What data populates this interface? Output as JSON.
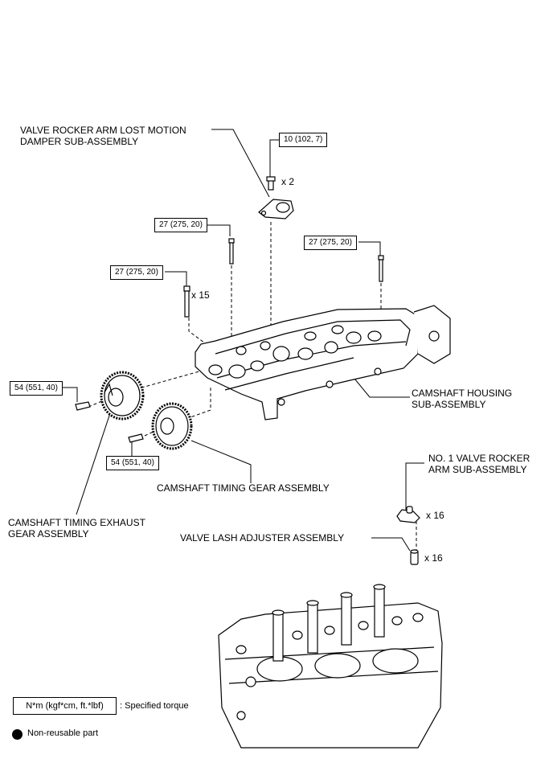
{
  "labels": {
    "damper_line1": "VALVE ROCKER ARM LOST MOTION",
    "damper_line2": "DAMPER SUB-ASSEMBLY",
    "housing_line1": "CAMSHAFT HOUSING",
    "housing_line2": "SUB-ASSEMBLY",
    "timing_gear": "CAMSHAFT TIMING GEAR ASSEMBLY",
    "exhaust_line1": "CAMSHAFT TIMING EXHAUST",
    "exhaust_line2": "GEAR ASSEMBLY",
    "rocker_line1": "NO. 1 VALVE ROCKER",
    "rocker_line2": "ARM SUB-ASSEMBLY",
    "lash_adjuster": "VALVE LASH ADJUSTER ASSEMBLY"
  },
  "torques": {
    "damper_bolt": "10 (102, 7)",
    "left_bolt": "27 (275, 20)",
    "right_bolt": "27 (275, 20)",
    "housing_bolts": "27 (275, 20)",
    "exhaust_gear_bolt": "54 (551, 40)",
    "timing_gear_bolt": "54 (551, 40)"
  },
  "quantities": {
    "damper_bolts": "x 2",
    "housing_bolts": "x 15",
    "rocker_arms": "x 16",
    "lash_adjusters": "x 16"
  },
  "legend": {
    "torque_unit": "N*m (kgf*cm, ft.*lbf)",
    "torque_desc": ": Specified torque",
    "nonreusable": "Non-reusable part"
  }
}
